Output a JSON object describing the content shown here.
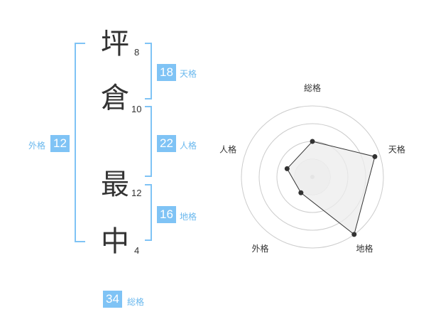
{
  "colors": {
    "accent": "#7fc3f5",
    "label": "#6ab8ee",
    "text": "#333333",
    "ring": "#cccccc",
    "area": "#ececec"
  },
  "name": {
    "chars": [
      {
        "char": "坪",
        "strokes": "8"
      },
      {
        "char": "倉",
        "strokes": "10"
      },
      {
        "char": "最",
        "strokes": "12"
      },
      {
        "char": "中",
        "strokes": "4"
      }
    ]
  },
  "fortunes": {
    "tenkaku": {
      "label": "天格",
      "value": "18"
    },
    "jinkaku": {
      "label": "人格",
      "value": "22"
    },
    "chikaku": {
      "label": "地格",
      "value": "16"
    },
    "gaikaku": {
      "label": "外格",
      "value": "12"
    },
    "soukaku": {
      "label": "総格",
      "value": "34"
    }
  },
  "chart_data": {
    "type": "radar",
    "axes": [
      "総格",
      "天格",
      "地格",
      "外格",
      "人格"
    ],
    "rings": 4,
    "max": 4,
    "values": [
      2.0,
      3.7,
      4.0,
      1.1,
      1.5
    ]
  }
}
